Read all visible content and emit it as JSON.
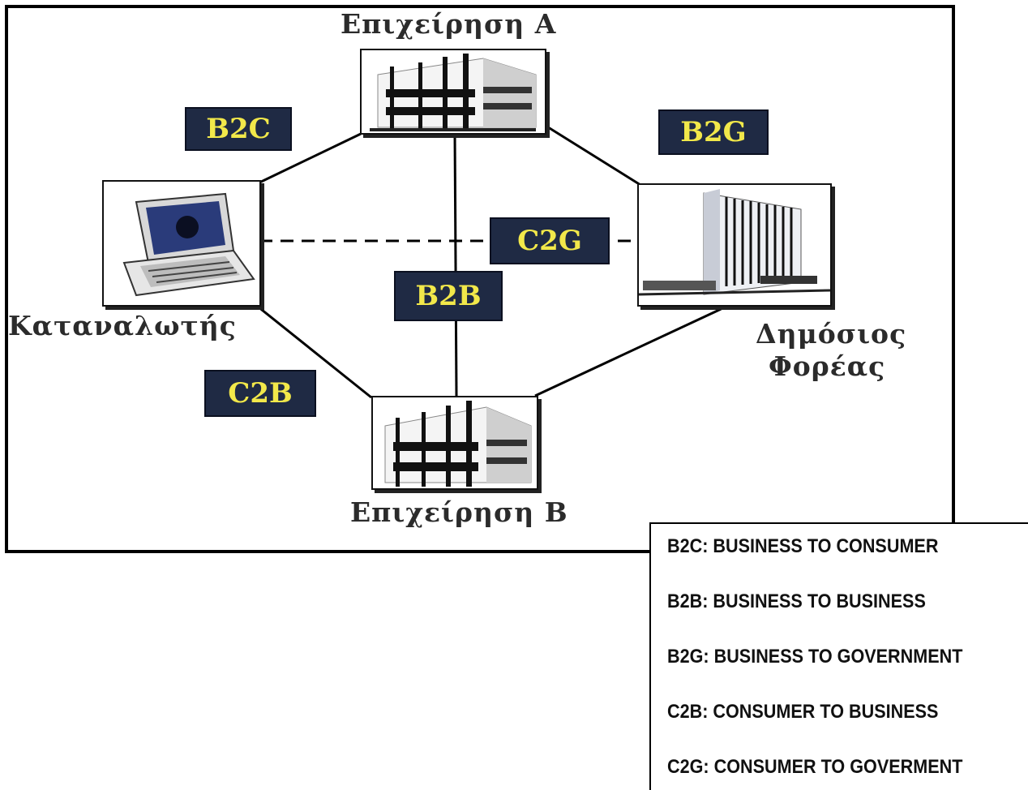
{
  "nodes": {
    "business_a": "Επιχείρηση Α",
    "business_b": "Επιχείρηση Β",
    "consumer": "Καταναλωτής",
    "government_line1": "Δημόσιος",
    "government_line2": "Φορέας"
  },
  "edges": {
    "b2c": "B2C",
    "b2g": "B2G",
    "c2g": "C2G",
    "b2b": "B2B",
    "c2b": "C2B"
  },
  "legend": [
    "B2C: BUSINESS TO CONSUMER",
    "B2B: BUSINESS TO BUSINESS",
    "B2G: BUSINESS TO GOVERNMENT",
    "C2B: CONSUMER TO BUSINESS",
    "C2G: CONSUMER TO GOVERMENT"
  ],
  "colors": {
    "tag_background": "#1f2a44",
    "tag_text": "#f2e84a",
    "laptop_screen": "#2a3b7a"
  },
  "icons": {
    "business_a": "office-building-icon",
    "business_b": "office-building-icon",
    "consumer": "laptop-icon",
    "government": "government-building-icon"
  }
}
